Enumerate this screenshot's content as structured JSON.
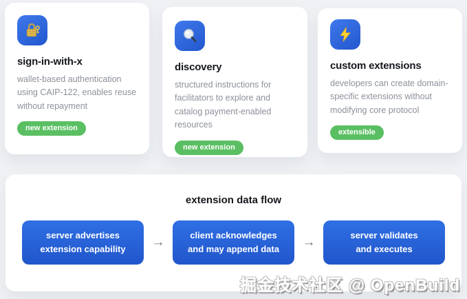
{
  "cards": [
    {
      "icon": "lock-key-icon",
      "title": "sign-in-with-x",
      "description": "wallet-based authentication using CAIP-122, enables reuse without repayment",
      "badge": "new extension"
    },
    {
      "icon": "magnifier-icon",
      "title": "discovery",
      "description": "structured instructions for facilitators to explore and catalog payment-enabled resources",
      "badge": "new extension"
    },
    {
      "icon": "lightning-icon",
      "title": "custom extensions",
      "description": "developers can create domain-specific extensions without modifying core protocol",
      "badge": "extensible"
    }
  ],
  "flow": {
    "title": "extension data flow",
    "arrow": "→",
    "steps": [
      {
        "line1": "server advertises",
        "line2": "extension capability"
      },
      {
        "line1": "client acknowledges",
        "line2": "and may append data"
      },
      {
        "line1": "server validates",
        "line2": "and executes"
      }
    ]
  },
  "watermark": {
    "text": "掘金技术社区 @ OpenBuild"
  },
  "colors": {
    "background": "#eff1f4",
    "card_background": "#ffffff",
    "icon_tile_blue": "#2c64da",
    "flow_box_blue": "#2766dd",
    "badge_green": "#5abf62",
    "title_text": "#15181d",
    "description_text": "#8b9199",
    "arrow_gray": "#70767f"
  }
}
